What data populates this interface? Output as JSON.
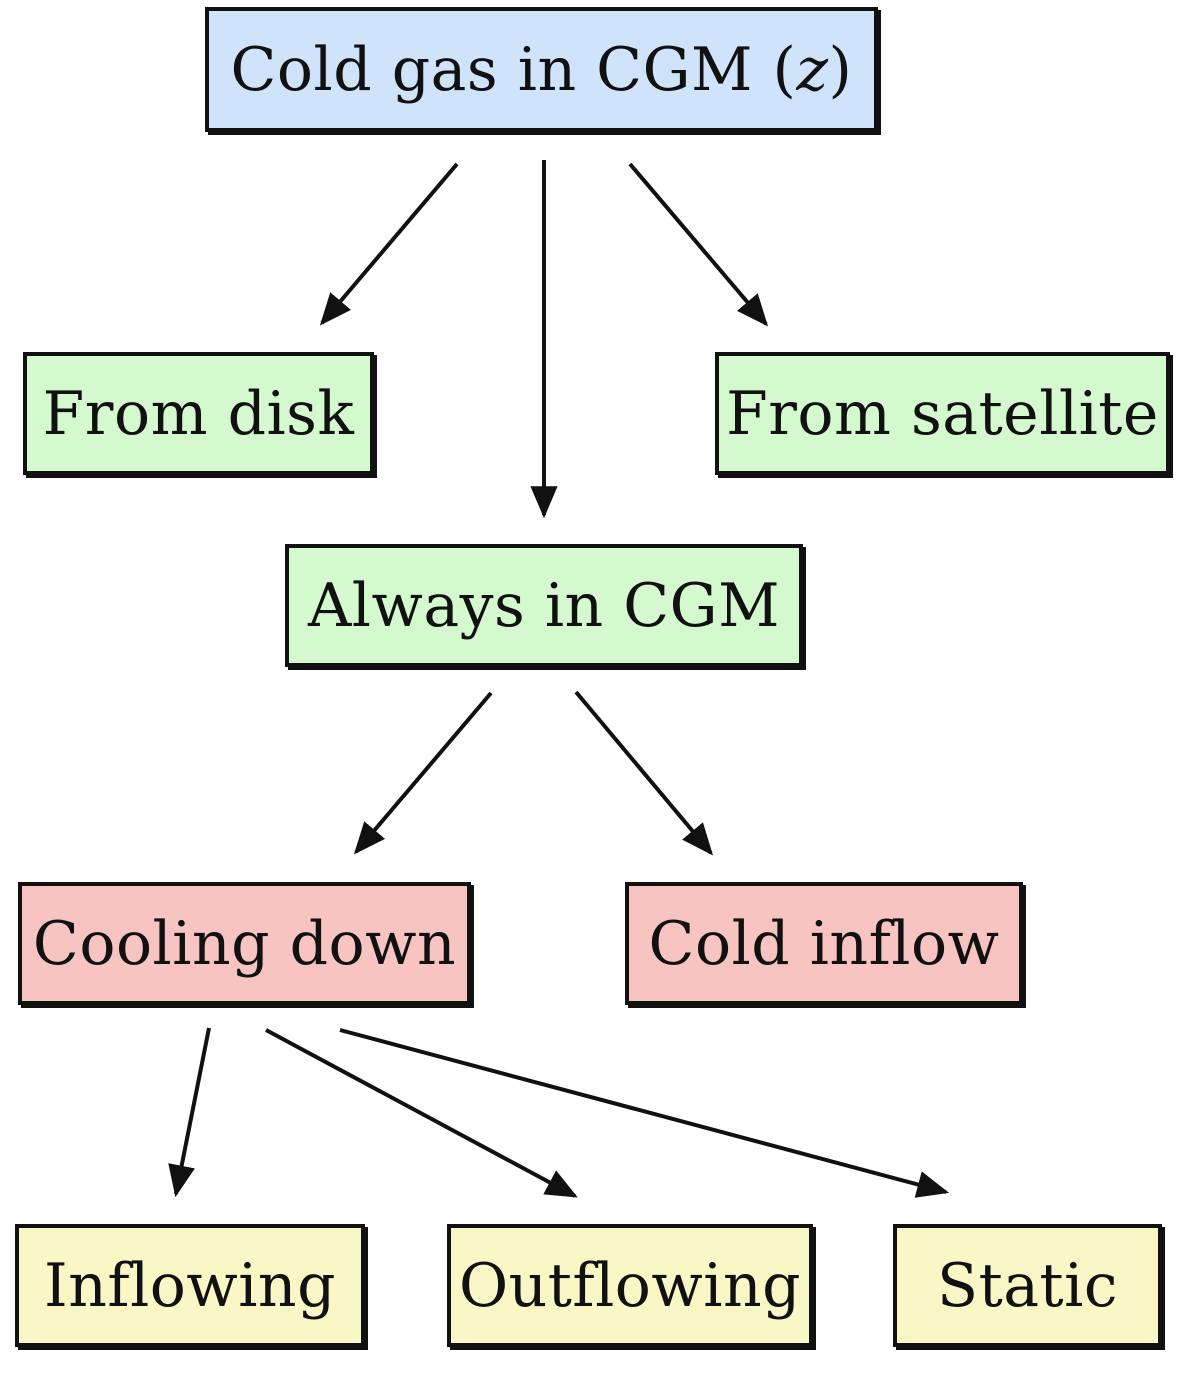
{
  "colors": {
    "root": "#cfe3fb",
    "origin": "#d5f9cf",
    "process": "#f8c4c1",
    "kinematics": "#f9f7c6"
  },
  "nodes": {
    "root": {
      "label": "Cold gas in CGM (",
      "variable": "z",
      "suffix": ")"
    },
    "from_disk": {
      "label": "From disk"
    },
    "from_satellite": {
      "label": "From satellite"
    },
    "always_in_cgm": {
      "label": "Always in CGM"
    },
    "cooling_down": {
      "label": "Cooling down"
    },
    "cold_inflow": {
      "label": "Cold inflow"
    },
    "inflowing": {
      "label": "Inflowing"
    },
    "outflowing": {
      "label": "Outflowing"
    },
    "static": {
      "label": "Static"
    }
  },
  "edges": [
    {
      "from": "root",
      "to": "from_disk"
    },
    {
      "from": "root",
      "to": "always_in_cgm"
    },
    {
      "from": "root",
      "to": "from_satellite"
    },
    {
      "from": "always_in_cgm",
      "to": "cooling_down"
    },
    {
      "from": "always_in_cgm",
      "to": "cold_inflow"
    },
    {
      "from": "cooling_down",
      "to": "inflowing"
    },
    {
      "from": "cooling_down",
      "to": "outflowing"
    },
    {
      "from": "cooling_down",
      "to": "static"
    }
  ]
}
